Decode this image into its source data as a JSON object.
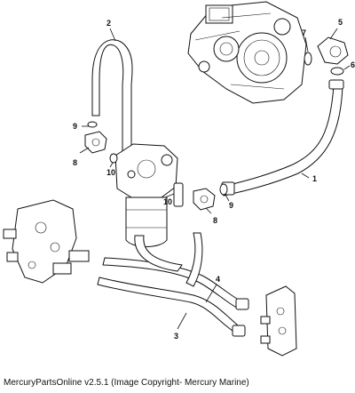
{
  "callouts": {
    "c1": "1",
    "c2": "2",
    "c3": "3",
    "c4": "4",
    "c5": "5",
    "c6": "6",
    "c7": "7",
    "c8a": "8",
    "c8b": "8",
    "c9a": "9",
    "c9b": "9",
    "c10a": "10",
    "c10b": "10"
  },
  "footer": {
    "text": "MercuryPartsOnline v2.5.1 (Image Copyright- Mercury Marine)"
  }
}
